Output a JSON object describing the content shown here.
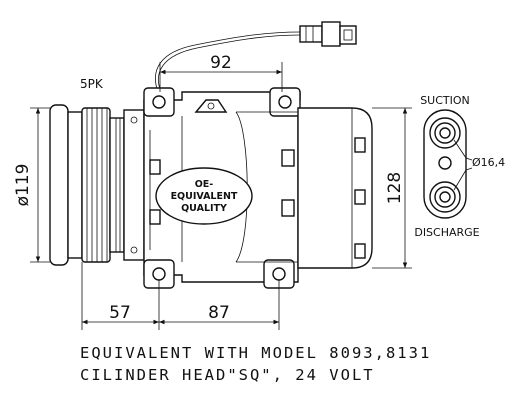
{
  "labels": {
    "pulley_type": "5PK",
    "dim_width_top": "92",
    "dim_pulley_diameter": "ø119",
    "dim_height": "128",
    "dim_pulley_offset": "57",
    "dim_body_offset": "87",
    "port_diameter": "Ø16,4",
    "suction": "SUCTION",
    "discharge": "DISCHARGE",
    "stamp_line1": "OE-",
    "stamp_line2": "EQUIVALENT",
    "stamp_line3": "QUALITY"
  },
  "caption": {
    "line1": "EQUIVALENT WITH MODEL 8093,8131",
    "line2": "CILINDER HEAD\"SQ\", 24 VOLT"
  }
}
